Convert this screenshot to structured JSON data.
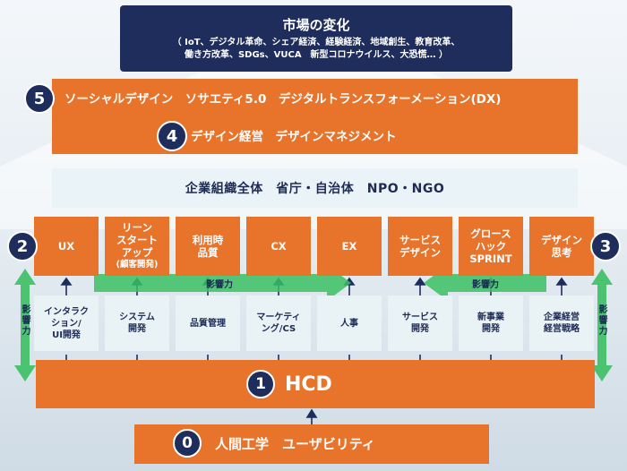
{
  "market": {
    "title": "市場の変化",
    "subtitle_line1": "（ IoT、デジタル革命、シェア経済、経験経済、地域創生、教育改革、",
    "subtitle_line2": "働き方改革、SDGs、VUCA　新型コロナウイルス、大恐慌… ）"
  },
  "level5": {
    "number": "5",
    "label": "ソーシャルデザイン　ソサエティ5.0　デジタルトランスフォーメーション(DX)"
  },
  "level4": {
    "number": "4",
    "label": "デザイン経営　デザインマネジメント"
  },
  "organization": {
    "label": "企業組織全体　省庁・自治体　NPO・NGO"
  },
  "level2": {
    "number": "2"
  },
  "level3": {
    "number": "3"
  },
  "outcomes": [
    {
      "line1": "UX",
      "line2": "",
      "line3": "",
      "line4": ""
    },
    {
      "line1": "リーン",
      "line2": "スタート",
      "line3": "アップ",
      "line4": "(顧客開発)"
    },
    {
      "line1": "利用時",
      "line2": "品質",
      "line3": "",
      "line4": ""
    },
    {
      "line1": "CX",
      "line2": "",
      "line3": "",
      "line4": ""
    },
    {
      "line1": "EX",
      "line2": "",
      "line3": "",
      "line4": ""
    },
    {
      "line1": "サービス",
      "line2": "デザイン",
      "line3": "",
      "line4": ""
    },
    {
      "line1": "グロース",
      "line2": "ハック",
      "line3": "SPRINT",
      "line4": ""
    },
    {
      "line1": "デザイン",
      "line2": "思考",
      "line3": "",
      "line4": ""
    }
  ],
  "fields": [
    {
      "line1": "インタラク",
      "line2": "ション/",
      "line3": "UI開発"
    },
    {
      "line1": "システム",
      "line2": "開発",
      "line3": ""
    },
    {
      "line1": "品質管理",
      "line2": "",
      "line3": ""
    },
    {
      "line1": "マーケティ",
      "line2": "ング/CS",
      "line3": ""
    },
    {
      "line1": "人事",
      "line2": "",
      "line3": ""
    },
    {
      "line1": "サービス",
      "line2": "開発",
      "line3": ""
    },
    {
      "line1": "新事業",
      "line2": "開発",
      "line3": ""
    },
    {
      "line1": "企業経営",
      "line2": "経営戦略",
      "line3": ""
    }
  ],
  "influence": {
    "left_arrow_label": "影響力",
    "right_arrow_label": "影響力",
    "left_vertical_label": "影響力",
    "right_vertical_label": "影響力"
  },
  "level1": {
    "number": "1",
    "label": "HCD"
  },
  "level0": {
    "number": "0",
    "label": "人間工学　ユーザビリティ"
  },
  "colors": {
    "orange": "#e8732a",
    "navy": "#1f2d5c",
    "green": "#3bbf63",
    "light_box": "#e9f2f5"
  }
}
